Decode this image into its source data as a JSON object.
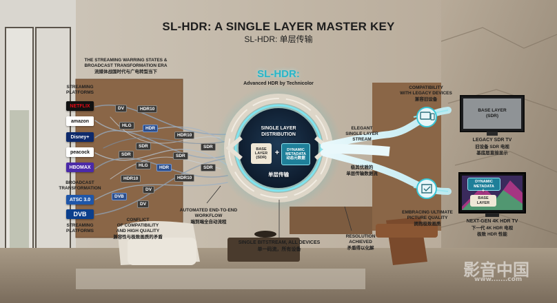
{
  "title": {
    "main": "SL-HDR: A SINGLE LAYER MASTER KEY",
    "sub": "SL-HDR: 单层传输"
  },
  "left_panel": {
    "era_en_1": "THE STREAMING WARRING STATES &",
    "era_en_2": "BROADCAST TRANSFORMATION ERA",
    "era_zh": "流媒体战国时代与广电转型当下",
    "streaming_label_1": "STREAMING",
    "streaming_label_2": "PLATFORMS",
    "broadcast_label_1": "BROADCAST",
    "broadcast_label_2": "TRANSFORMATION",
    "streaming_label_b_1": "STREAMING",
    "streaming_label_b_2": "PLATFORMS",
    "logos": {
      "netflix": "NETFLIX",
      "amazon": "amazon",
      "disney": "Disney+",
      "peacock": "peacock",
      "hbomax": "HBOMAX",
      "atsc": "ATSC 3.0",
      "dvb": "DVB"
    },
    "conflict_en_1": "CONFLICT",
    "conflict_en_2": "OF COMPATIBILITY",
    "conflict_en_3": "AND HIGH QUALITY",
    "conflict_zh": "兼容性与极致画质的矛盾"
  },
  "chips": {
    "dv_1": "DV",
    "hdr10_1": "HDR10",
    "hlg_1": "HLG",
    "hdr_1": "HDR",
    "hdr10_2": "HDR10",
    "sdr_1": "SDR",
    "sdr_2": "SDR",
    "sdr_3": "SDR",
    "sdr_4": "SDR",
    "hlg_2": "HLG",
    "hdr_2": "HDR",
    "sdr_5": "SDR",
    "hdr10_3": "HDR10",
    "hdr10_4": "HDR10",
    "dv_2": "DV",
    "dvb": "DVB",
    "dv_3": "DV"
  },
  "center": {
    "brand": "SL-HDR:",
    "brand_sub": "Advanced HDR by Technicolor",
    "distribution_1": "SINGLE LAYER",
    "distribution_2": "DISTRIBUTION",
    "base_layer_1": "BASE",
    "base_layer_2": "LAYER",
    "base_layer_3": "(SDR)",
    "plus": "+",
    "metadata_1": "DYNAMIC",
    "metadata_2": "METADATA",
    "metadata_zh": "动态元数据",
    "center_zh": "单层传输"
  },
  "workflow": {
    "en_1": "AUTOMATED END-TO-END",
    "en_2": "WORKFLOW",
    "zh": "端到端全自动流程"
  },
  "bitstream": {
    "en": "SINGLE BITSTREAM, ALL DEVICES",
    "zh": "单一码流，所有设备"
  },
  "resolution": {
    "en_1": "RESOLUTION",
    "en_2": "ACHIEVED",
    "zh": "矛盾得以化解"
  },
  "stream": {
    "en_1": "ELEGANT",
    "en_2": "SINGLE LAYER",
    "en_3": "STREAM",
    "zh_1": "极其优雅的",
    "zh_2": "单层传输数据流"
  },
  "compat": {
    "en_1": "COMPATIBILITY",
    "en_2": "WITH LEGACY DEVICES",
    "zh": "兼容旧设备"
  },
  "ultimate": {
    "en_1": "EMBRACING ULTIMATE",
    "en_2": "PICTURE QUALITY",
    "zh": "拥抱极致画质"
  },
  "legacy_tv": {
    "screen_1": "BASE LAYER",
    "screen_2": "(SDR)",
    "en": "LEGACY SDR TV",
    "zh_1": "旧设备 SDR 电视",
    "zh_2": "基底层直接显示"
  },
  "nextgen_tv": {
    "meta_1": "DYNAMIC",
    "meta_2": "METADATA",
    "plus": "+",
    "base_1": "BASE",
    "base_2": "LAYER",
    "en": "NEXT-GEN 4K HDR TV",
    "zh_1": "下一代 4K HDR 电视",
    "zh_2": "极致 HDR 性能"
  },
  "watermark": {
    "cn": "影音中国",
    "en": "www.......com"
  },
  "colors": {
    "teal": "#39c6d6",
    "cyan_glow": "#7fe4ef",
    "dark_text": "#1d1d1d",
    "chip_grey": "#3b3a38",
    "chip_blue": "#2d4f8c",
    "netflix_red": "#e50914",
    "wood": "#8a6647"
  }
}
